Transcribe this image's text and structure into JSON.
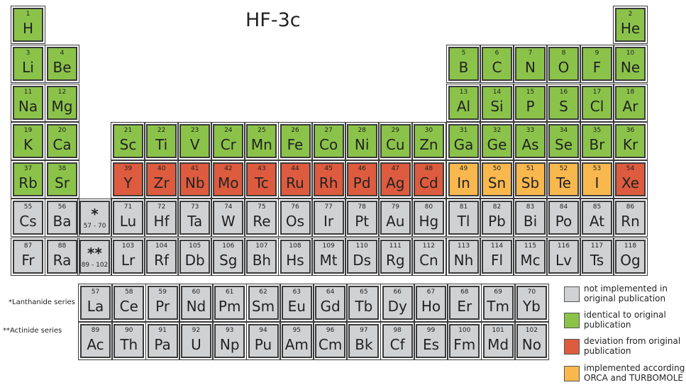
{
  "title": "HF-3c",
  "colors": {
    "not_implemented": "#d0d1d3",
    "identical": "#8bc34a",
    "deviation": "#dd5b3f",
    "orca_turbomole": "#f8b84e"
  },
  "series_labels": {
    "lanthanide": "*Lanthanide series",
    "actinide": "**Actinide series"
  },
  "placeholders": [
    {
      "star": "*",
      "range": "57 - 70"
    },
    {
      "star": "**",
      "range": "89 - 102"
    }
  ],
  "legend": [
    {
      "status": "not_implemented",
      "text": "not implemented in\noriginal publication"
    },
    {
      "status": "identical",
      "text": "identical to original\npublication"
    },
    {
      "status": "deviation",
      "text": "deviation from original\npublication"
    },
    {
      "status": "orca_turbomole",
      "text": "implemented according to\nORCA and TURBOMOLE"
    }
  ],
  "elements": [
    {
      "n": "1",
      "s": "H",
      "c": 0,
      "r": 0,
      "st": "identical"
    },
    {
      "n": "2",
      "s": "He",
      "c": 17,
      "r": 0,
      "st": "identical"
    },
    {
      "n": "3",
      "s": "Li",
      "c": 0,
      "r": 1,
      "st": "identical"
    },
    {
      "n": "4",
      "s": "Be",
      "c": 1,
      "r": 1,
      "st": "identical"
    },
    {
      "n": "5",
      "s": "B",
      "c": 12,
      "r": 1,
      "st": "identical"
    },
    {
      "n": "6",
      "s": "C",
      "c": 13,
      "r": 1,
      "st": "identical"
    },
    {
      "n": "7",
      "s": "N",
      "c": 14,
      "r": 1,
      "st": "identical"
    },
    {
      "n": "8",
      "s": "O",
      "c": 15,
      "r": 1,
      "st": "identical"
    },
    {
      "n": "9",
      "s": "F",
      "c": 16,
      "r": 1,
      "st": "identical"
    },
    {
      "n": "10",
      "s": "Ne",
      "c": 17,
      "r": 1,
      "st": "identical"
    },
    {
      "n": "11",
      "s": "Na",
      "c": 0,
      "r": 2,
      "st": "identical"
    },
    {
      "n": "12",
      "s": "Mg",
      "c": 1,
      "r": 2,
      "st": "identical"
    },
    {
      "n": "13",
      "s": "Al",
      "c": 12,
      "r": 2,
      "st": "identical"
    },
    {
      "n": "14",
      "s": "Si",
      "c": 13,
      "r": 2,
      "st": "identical"
    },
    {
      "n": "15",
      "s": "P",
      "c": 14,
      "r": 2,
      "st": "identical"
    },
    {
      "n": "16",
      "s": "S",
      "c": 15,
      "r": 2,
      "st": "identical"
    },
    {
      "n": "17",
      "s": "Cl",
      "c": 16,
      "r": 2,
      "st": "identical"
    },
    {
      "n": "18",
      "s": "Ar",
      "c": 17,
      "r": 2,
      "st": "identical"
    },
    {
      "n": "19",
      "s": "K",
      "c": 0,
      "r": 3,
      "st": "identical"
    },
    {
      "n": "20",
      "s": "Ca",
      "c": 1,
      "r": 3,
      "st": "identical"
    },
    {
      "n": "21",
      "s": "Sc",
      "c": 3,
      "r": 3,
      "st": "identical"
    },
    {
      "n": "22",
      "s": "Ti",
      "c": 4,
      "r": 3,
      "st": "identical"
    },
    {
      "n": "23",
      "s": "V",
      "c": 5,
      "r": 3,
      "st": "identical"
    },
    {
      "n": "24",
      "s": "Cr",
      "c": 6,
      "r": 3,
      "st": "identical"
    },
    {
      "n": "25",
      "s": "Mn",
      "c": 7,
      "r": 3,
      "st": "identical"
    },
    {
      "n": "26",
      "s": "Fe",
      "c": 8,
      "r": 3,
      "st": "identical"
    },
    {
      "n": "27",
      "s": "Co",
      "c": 9,
      "r": 3,
      "st": "identical"
    },
    {
      "n": "28",
      "s": "Ni",
      "c": 10,
      "r": 3,
      "st": "identical"
    },
    {
      "n": "29",
      "s": "Cu",
      "c": 11,
      "r": 3,
      "st": "identical"
    },
    {
      "n": "30",
      "s": "Zn",
      "c": 12,
      "r": 3,
      "st": "identical"
    },
    {
      "n": "31",
      "s": "Ga",
      "c": 12,
      "r": 3,
      "st": "identical"
    },
    {
      "n": "32",
      "s": "Ge",
      "c": 13,
      "r": 3,
      "st": "identical"
    },
    {
      "n": "33",
      "s": "As",
      "c": 14,
      "r": 3,
      "st": "identical"
    },
    {
      "n": "34",
      "s": "Se",
      "c": 15,
      "r": 3,
      "st": "identical"
    },
    {
      "n": "35",
      "s": "Br",
      "c": 16,
      "r": 3,
      "st": "identical"
    },
    {
      "n": "36",
      "s": "Kr",
      "c": 17,
      "r": 3,
      "st": "identical"
    },
    {
      "n": "37",
      "s": "Rb",
      "c": 0,
      "r": 4,
      "st": "identical"
    },
    {
      "n": "38",
      "s": "Sr",
      "c": 1,
      "r": 4,
      "st": "identical"
    },
    {
      "n": "39",
      "s": "Y",
      "c": 3,
      "r": 4,
      "st": "deviation"
    },
    {
      "n": "40",
      "s": "Zr",
      "c": 4,
      "r": 4,
      "st": "deviation"
    },
    {
      "n": "41",
      "s": "Nb",
      "c": 5,
      "r": 4,
      "st": "deviation"
    },
    {
      "n": "42",
      "s": "Mo",
      "c": 6,
      "r": 4,
      "st": "deviation"
    },
    {
      "n": "43",
      "s": "Tc",
      "c": 7,
      "r": 4,
      "st": "deviation"
    },
    {
      "n": "44",
      "s": "Ru",
      "c": 8,
      "r": 4,
      "st": "deviation"
    },
    {
      "n": "45",
      "s": "Rh",
      "c": 9,
      "r": 4,
      "st": "deviation"
    },
    {
      "n": "46",
      "s": "Pd",
      "c": 10,
      "r": 4,
      "st": "deviation"
    },
    {
      "n": "47",
      "s": "Ag",
      "c": 11,
      "r": 4,
      "st": "deviation"
    },
    {
      "n": "48",
      "s": "Cd",
      "c": 12,
      "r": 4,
      "st": "deviation"
    },
    {
      "n": "49",
      "s": "In",
      "c": 12,
      "r": 4,
      "st": "orca_turbomole"
    },
    {
      "n": "50",
      "s": "Sn",
      "c": 13,
      "r": 4,
      "st": "orca_turbomole"
    },
    {
      "n": "51",
      "s": "Sb",
      "c": 14,
      "r": 4,
      "st": "orca_turbomole"
    },
    {
      "n": "52",
      "s": "Te",
      "c": 15,
      "r": 4,
      "st": "orca_turbomole"
    },
    {
      "n": "53",
      "s": "I",
      "c": 16,
      "r": 4,
      "st": "orca_turbomole"
    },
    {
      "n": "54",
      "s": "Xe",
      "c": 17,
      "r": 4,
      "st": "deviation"
    },
    {
      "n": "55",
      "s": "Cs",
      "c": 0,
      "r": 5,
      "st": "not_implemented"
    },
    {
      "n": "56",
      "s": "Ba",
      "c": 1,
      "r": 5,
      "st": "not_implemented"
    },
    {
      "n": "71",
      "s": "Lu",
      "c": 3,
      "r": 5,
      "st": "not_implemented"
    },
    {
      "n": "72",
      "s": "Hf",
      "c": 4,
      "r": 5,
      "st": "not_implemented"
    },
    {
      "n": "73",
      "s": "Ta",
      "c": 5,
      "r": 5,
      "st": "not_implemented"
    },
    {
      "n": "74",
      "s": "W",
      "c": 6,
      "r": 5,
      "st": "not_implemented"
    },
    {
      "n": "75",
      "s": "Re",
      "c": 7,
      "r": 5,
      "st": "not_implemented"
    },
    {
      "n": "76",
      "s": "Os",
      "c": 8,
      "r": 5,
      "st": "not_implemented"
    },
    {
      "n": "77",
      "s": "Ir",
      "c": 9,
      "r": 5,
      "st": "not_implemented"
    },
    {
      "n": "78",
      "s": "Pt",
      "c": 10,
      "r": 5,
      "st": "not_implemented"
    },
    {
      "n": "79",
      "s": "Au",
      "c": 11,
      "r": 5,
      "st": "not_implemented"
    },
    {
      "n": "80",
      "s": "Hg",
      "c": 12,
      "r": 5,
      "st": "not_implemented"
    },
    {
      "n": "81",
      "s": "Tl",
      "c": 12,
      "r": 5,
      "st": "not_implemented"
    },
    {
      "n": "82",
      "s": "Pb",
      "c": 13,
      "r": 5,
      "st": "not_implemented"
    },
    {
      "n": "83",
      "s": "Bi",
      "c": 14,
      "r": 5,
      "st": "not_implemented"
    },
    {
      "n": "84",
      "s": "Po",
      "c": 15,
      "r": 5,
      "st": "not_implemented"
    },
    {
      "n": "85",
      "s": "At",
      "c": 16,
      "r": 5,
      "st": "not_implemented"
    },
    {
      "n": "86",
      "s": "Rn",
      "c": 17,
      "r": 5,
      "st": "not_implemented"
    },
    {
      "n": "87",
      "s": "Fr",
      "c": 0,
      "r": 6,
      "st": "not_implemented"
    },
    {
      "n": "88",
      "s": "Ra",
      "c": 1,
      "r": 6,
      "st": "not_implemented"
    },
    {
      "n": "103",
      "s": "Lr",
      "c": 3,
      "r": 6,
      "st": "not_implemented"
    },
    {
      "n": "104",
      "s": "Rf",
      "c": 4,
      "r": 6,
      "st": "not_implemented"
    },
    {
      "n": "105",
      "s": "Db",
      "c": 5,
      "r": 6,
      "st": "not_implemented"
    },
    {
      "n": "106",
      "s": "Sg",
      "c": 6,
      "r": 6,
      "st": "not_implemented"
    },
    {
      "n": "107",
      "s": "Bh",
      "c": 7,
      "r": 6,
      "st": "not_implemented"
    },
    {
      "n": "108",
      "s": "Hs",
      "c": 8,
      "r": 6,
      "st": "not_implemented"
    },
    {
      "n": "109",
      "s": "Mt",
      "c": 9,
      "r": 6,
      "st": "not_implemented"
    },
    {
      "n": "110",
      "s": "Ds",
      "c": 10,
      "r": 6,
      "st": "not_implemented"
    },
    {
      "n": "111",
      "s": "Rg",
      "c": 11,
      "r": 6,
      "st": "not_implemented"
    },
    {
      "n": "112",
      "s": "Cn",
      "c": 12,
      "r": 6,
      "st": "not_implemented"
    },
    {
      "n": "113",
      "s": "Nh",
      "c": 12,
      "r": 6,
      "st": "not_implemented"
    },
    {
      "n": "114",
      "s": "Fl",
      "c": 13,
      "r": 6,
      "st": "not_implemented"
    },
    {
      "n": "115",
      "s": "Mc",
      "c": 14,
      "r": 6,
      "st": "not_implemented"
    },
    {
      "n": "116",
      "s": "Lv",
      "c": 15,
      "r": 6,
      "st": "not_implemented"
    },
    {
      "n": "117",
      "s": "Ts",
      "c": 16,
      "r": 6,
      "st": "not_implemented"
    },
    {
      "n": "118",
      "s": "Og",
      "c": 17,
      "r": 6,
      "st": "not_implemented"
    },
    {
      "n": "57",
      "s": "La",
      "c": "f0",
      "r": 7,
      "st": "not_implemented"
    },
    {
      "n": "58",
      "s": "Ce",
      "c": "f1",
      "r": 7,
      "st": "not_implemented"
    },
    {
      "n": "59",
      "s": "Pr",
      "c": "f2",
      "r": 7,
      "st": "not_implemented"
    },
    {
      "n": "60",
      "s": "Nd",
      "c": "f3",
      "r": 7,
      "st": "not_implemented"
    },
    {
      "n": "61",
      "s": "Pm",
      "c": "f4",
      "r": 7,
      "st": "not_implemented"
    },
    {
      "n": "62",
      "s": "Sm",
      "c": "f5",
      "r": 7,
      "st": "not_implemented"
    },
    {
      "n": "63",
      "s": "Eu",
      "c": "f6",
      "r": 7,
      "st": "not_implemented"
    },
    {
      "n": "64",
      "s": "Gd",
      "c": "f7",
      "r": 7,
      "st": "not_implemented"
    },
    {
      "n": "65",
      "s": "Tb",
      "c": "f8",
      "r": 7,
      "st": "not_implemented"
    },
    {
      "n": "66",
      "s": "Dy",
      "c": "f9",
      "r": 7,
      "st": "not_implemented"
    },
    {
      "n": "67",
      "s": "Ho",
      "c": "f10",
      "r": 7,
      "st": "not_implemented"
    },
    {
      "n": "68",
      "s": "Er",
      "c": "f11",
      "r": 7,
      "st": "not_implemented"
    },
    {
      "n": "69",
      "s": "Tm",
      "c": "f12",
      "r": 7,
      "st": "not_implemented"
    },
    {
      "n": "70",
      "s": "Yb",
      "c": "f13",
      "r": 7,
      "st": "not_implemented"
    },
    {
      "n": "89",
      "s": "Ac",
      "c": "f0",
      "r": 8,
      "st": "not_implemented"
    },
    {
      "n": "90",
      "s": "Th",
      "c": "f1",
      "r": 8,
      "st": "not_implemented"
    },
    {
      "n": "91",
      "s": "Pa",
      "c": "f2",
      "r": 8,
      "st": "not_implemented"
    },
    {
      "n": "92",
      "s": "U",
      "c": "f3",
      "r": 8,
      "st": "not_implemented"
    },
    {
      "n": "93",
      "s": "Np",
      "c": "f4",
      "r": 8,
      "st": "not_implemented"
    },
    {
      "n": "94",
      "s": "Pu",
      "c": "f5",
      "r": 8,
      "st": "not_implemented"
    },
    {
      "n": "95",
      "s": "Am",
      "c": "f6",
      "r": 8,
      "st": "not_implemented"
    },
    {
      "n": "96",
      "s": "Cm",
      "c": "f7",
      "r": 8,
      "st": "not_implemented"
    },
    {
      "n": "97",
      "s": "Bk",
      "c": "f8",
      "r": 8,
      "st": "not_implemented"
    },
    {
      "n": "98",
      "s": "Cf",
      "c": "f9",
      "r": 8,
      "st": "not_implemented"
    },
    {
      "n": "99",
      "s": "Es",
      "c": "f10",
      "r": 8,
      "st": "not_implemented"
    },
    {
      "n": "100",
      "s": "Fm",
      "c": "f11",
      "r": 8,
      "st": "not_implemented"
    },
    {
      "n": "101",
      "s": "Md",
      "c": "f12",
      "r": 8,
      "st": "not_implemented"
    },
    {
      "n": "102",
      "s": "No",
      "c": "f13",
      "r": 8,
      "st": "not_implemented"
    }
  ]
}
